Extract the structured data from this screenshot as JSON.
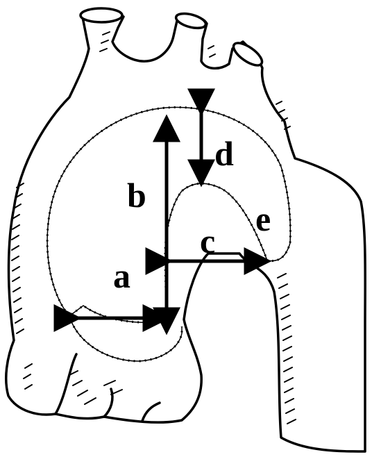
{
  "labels": {
    "a": "a",
    "b": "b",
    "c": "c",
    "d": "d",
    "e": "e"
  },
  "colors": {
    "ink": "#000000",
    "paper": "#ffffff"
  }
}
